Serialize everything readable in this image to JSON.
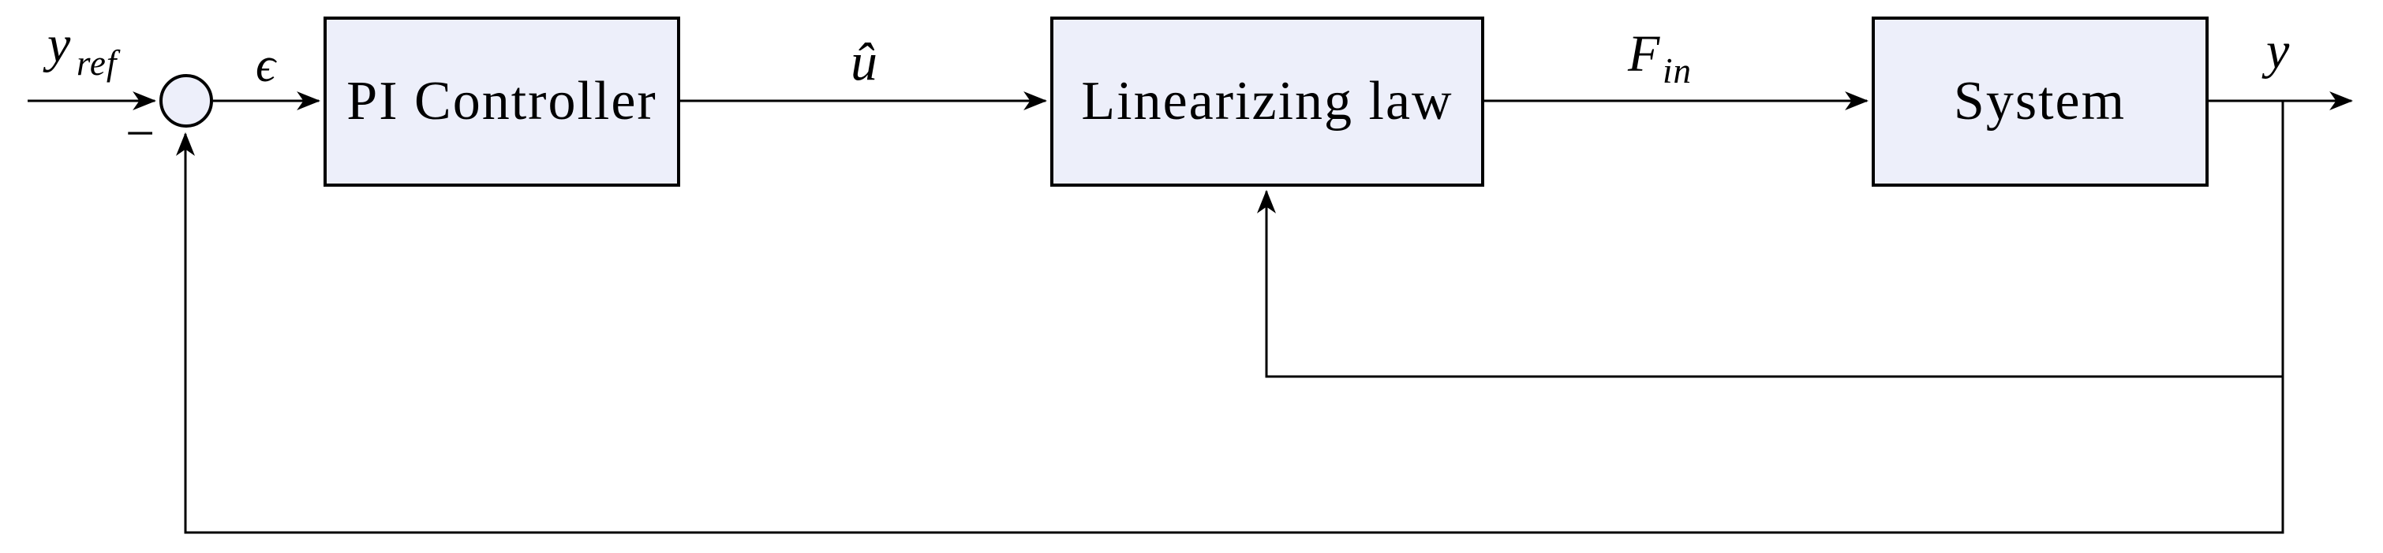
{
  "diagram": {
    "type": "control-block-diagram",
    "blocks": [
      {
        "id": "pi-controller",
        "label": "PI Controller"
      },
      {
        "id": "linearizing-law",
        "label": "Linearizing law"
      },
      {
        "id": "system",
        "label": "System"
      }
    ],
    "summing_junction": {
      "sign": "−"
    },
    "signals": {
      "reference": {
        "main": "y",
        "sub": "ref"
      },
      "error": {
        "main": "ϵ"
      },
      "control": {
        "main": "û"
      },
      "force": {
        "main": "F",
        "sub": "in"
      },
      "output": {
        "main": "y"
      }
    },
    "connections": [
      {
        "from": "reference-input",
        "to": "summing-junction",
        "signal": "y_ref"
      },
      {
        "from": "summing-junction",
        "to": "pi-controller",
        "signal": "ϵ"
      },
      {
        "from": "pi-controller",
        "to": "linearizing-law",
        "signal": "û"
      },
      {
        "from": "linearizing-law",
        "to": "system",
        "signal": "F_in"
      },
      {
        "from": "system",
        "to": "output",
        "signal": "y"
      },
      {
        "from": "output",
        "to": "linearizing-law",
        "signal": "y (inner feedback)"
      },
      {
        "from": "output",
        "to": "summing-junction",
        "signal": "y (outer feedback, negative)"
      }
    ],
    "colors": {
      "block_fill": "#edeffa",
      "stroke": "#000000",
      "background": "#ffffff"
    }
  }
}
